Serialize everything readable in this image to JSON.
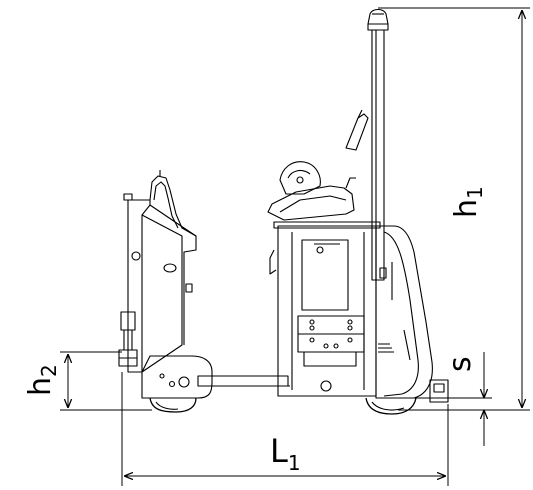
{
  "dimensions": {
    "h1": {
      "main": "h",
      "sub": "1"
    },
    "h2": {
      "main": "h",
      "sub": "2"
    },
    "s": {
      "main": "s"
    },
    "l1": {
      "main": "L",
      "sub": "1"
    }
  },
  "colors": {
    "line": "#000000",
    "background": "#ffffff"
  }
}
